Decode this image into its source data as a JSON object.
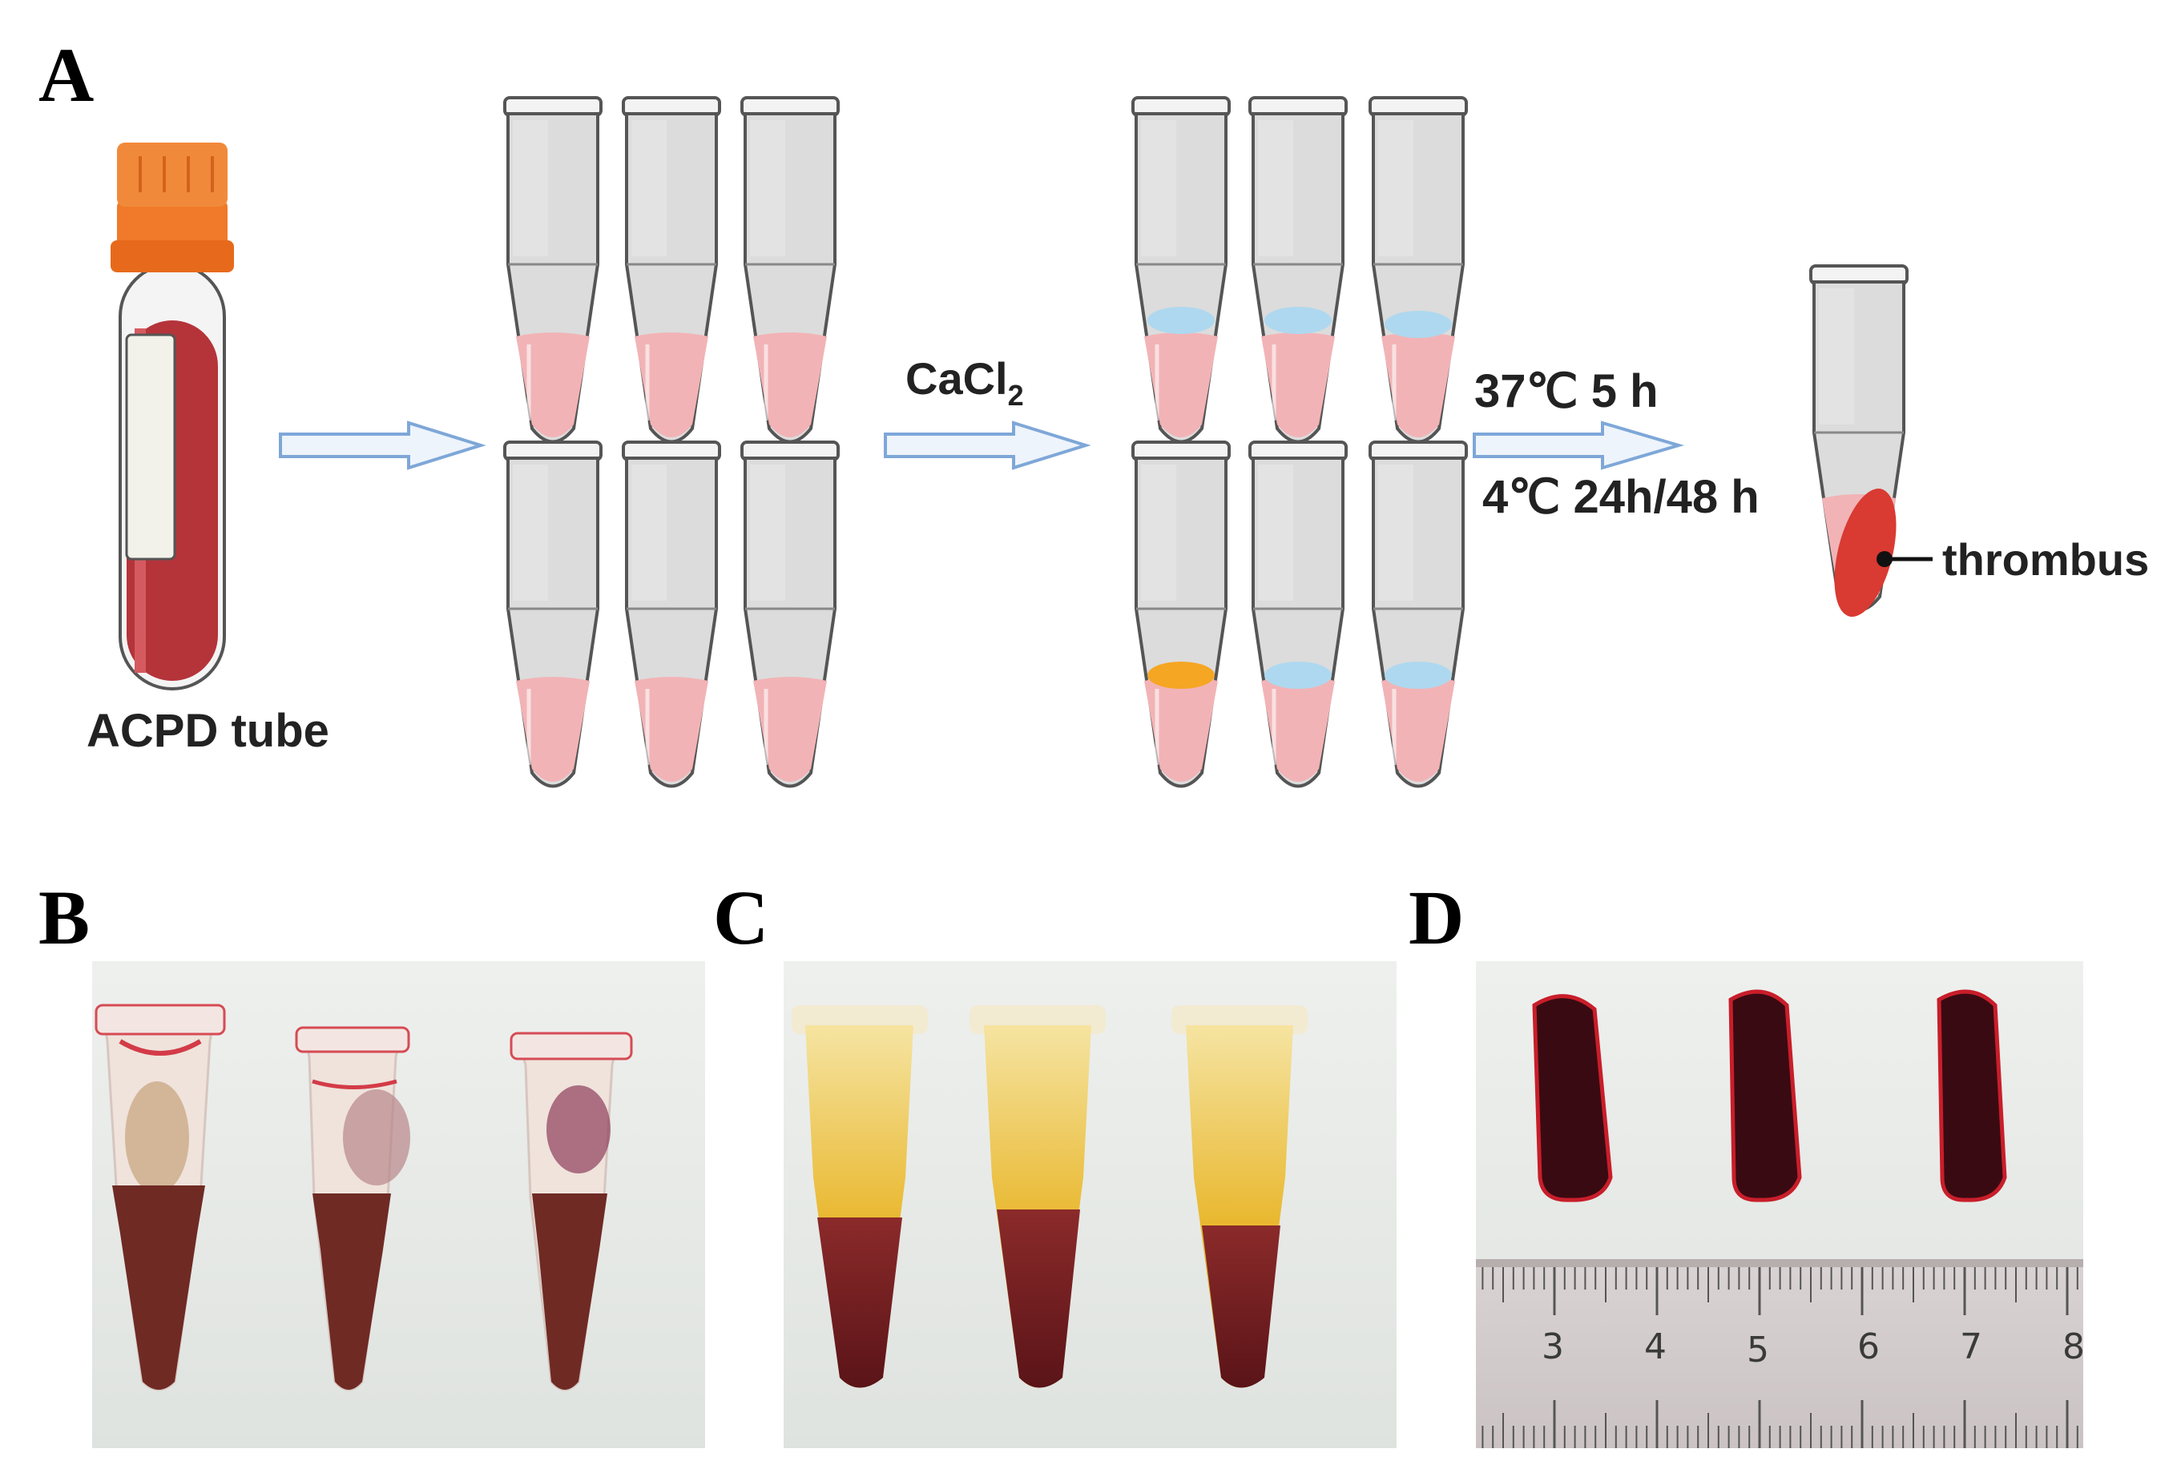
{
  "panels": {
    "a": "A",
    "b": "B",
    "c": "C",
    "d": "D"
  },
  "schematic": {
    "acpd_tube_label": "ACPD tube",
    "reagent_main": "CaCl",
    "reagent_sub": "2",
    "condition_warm": "37℃ 5 h",
    "condition_cold": "4℃ 24h/48 h",
    "thrombus_label": "thrombus"
  },
  "photo_d": {
    "ruler_numbers": [
      "3",
      "4",
      "5",
      "6",
      "7",
      "8"
    ],
    "highlighted_number": "5"
  },
  "colors": {
    "blood_dark": "#b4343a",
    "serum_pink": "#f2b3b6",
    "cap_orange": "#f2741f",
    "layer_blue": "#aed8ef",
    "layer_orange": "#f5a623",
    "arrow_blue": "#7ea7d8",
    "clot_red": "#d93a32"
  }
}
